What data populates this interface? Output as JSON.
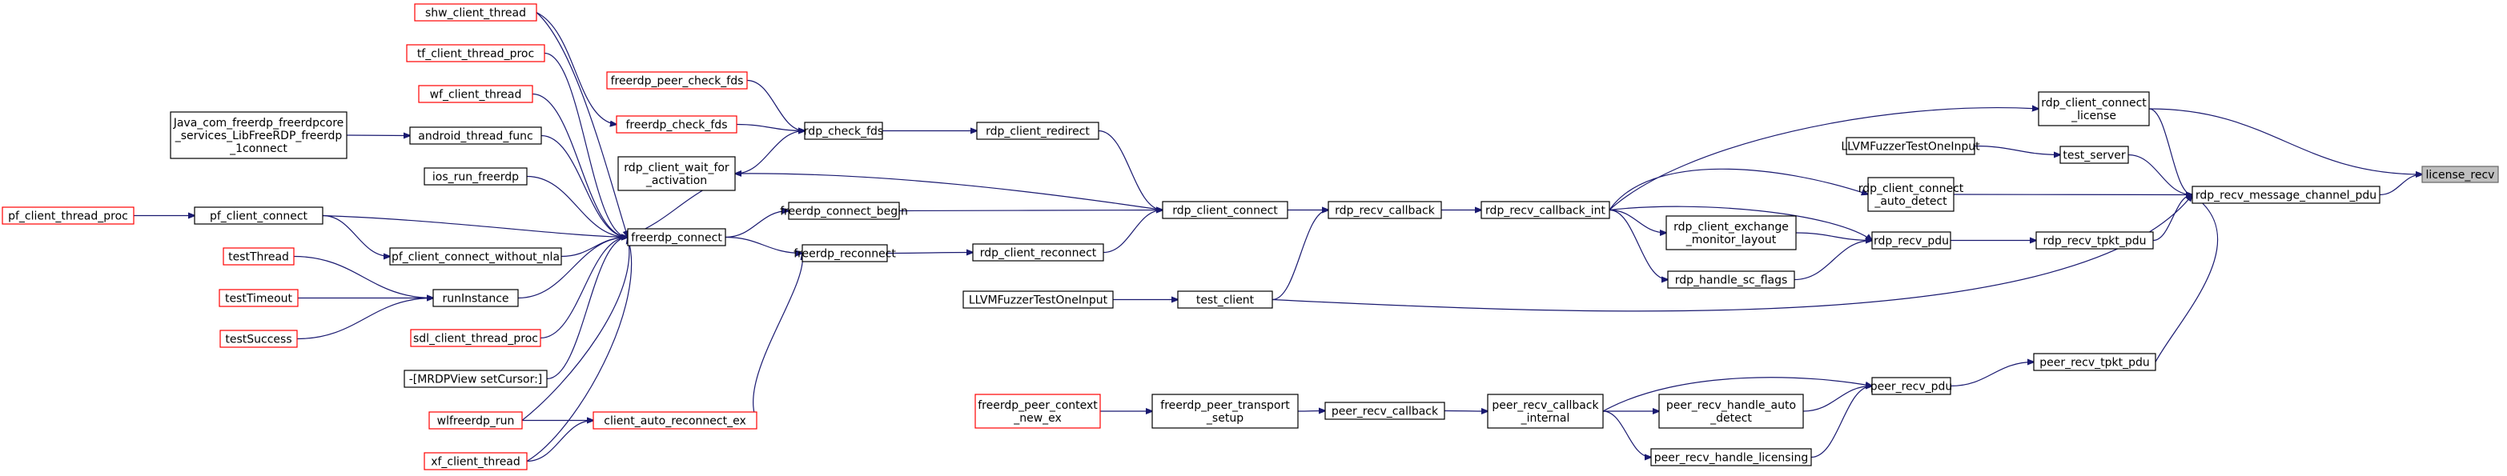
{
  "colors": {
    "edge": "#191970",
    "box_border": "#000000",
    "external_border": "#ff0000",
    "root_fill": "#bfbfbf"
  },
  "nodes": {
    "license_recv": {
      "lines": [
        "license_recv"
      ],
      "style": "root"
    },
    "rdp_recv_message_channel_pdu": {
      "lines": [
        "rdp_recv_message_channel_pdu"
      ]
    },
    "rdp_client_connect_license": {
      "lines": [
        "rdp_client_connect",
        "_license"
      ]
    },
    "test_server": {
      "lines": [
        "test_server"
      ]
    },
    "llvm_fuzzer_1": {
      "lines": [
        "LLVMFuzzerTestOneInput"
      ]
    },
    "rdp_client_connect_auto_detect": {
      "lines": [
        "rdp_client_connect",
        "_auto_detect"
      ]
    },
    "rdp_recv_tpkt_pdu": {
      "lines": [
        "rdp_recv_tpkt_pdu"
      ]
    },
    "rdp_recv_pdu": {
      "lines": [
        "rdp_recv_pdu"
      ]
    },
    "rdp_client_exchange_monitor_layout": {
      "lines": [
        "rdp_client_exchange",
        "_monitor_layout"
      ]
    },
    "rdp_handle_sc_flags": {
      "lines": [
        "rdp_handle_sc_flags"
      ]
    },
    "rdp_recv_callback_int": {
      "lines": [
        "rdp_recv_callback_int"
      ]
    },
    "rdp_recv_callback": {
      "lines": [
        "rdp_recv_callback"
      ]
    },
    "rdp_client_connect": {
      "lines": [
        "rdp_client_connect"
      ]
    },
    "rdp_client_redirect": {
      "lines": [
        "rdp_client_redirect"
      ]
    },
    "rdp_client_reconnect": {
      "lines": [
        "rdp_client_reconnect"
      ]
    },
    "rdp_check_fds": {
      "lines": [
        "rdp_check_fds"
      ]
    },
    "freerdp_peer_check_fds": {
      "lines": [
        "freerdp_peer_check_fds"
      ],
      "style": "red"
    },
    "freerdp_check_fds": {
      "lines": [
        "freerdp_check_fds"
      ],
      "style": "red"
    },
    "rdp_client_wait_for_activation": {
      "lines": [
        "rdp_client_wait_for",
        "_activation"
      ]
    },
    "freerdp_connect_begin": {
      "lines": [
        "freerdp_connect_begin"
      ]
    },
    "freerdp_reconnect": {
      "lines": [
        "freerdp_reconnect"
      ]
    },
    "freerdp_connect": {
      "lines": [
        "freerdp_connect"
      ]
    },
    "client_auto_reconnect_ex": {
      "lines": [
        "client_auto_reconnect_ex"
      ],
      "style": "red"
    },
    "shw_client_thread": {
      "lines": [
        "shw_client_thread"
      ],
      "style": "red"
    },
    "tf_client_thread_proc": {
      "lines": [
        "tf_client_thread_proc"
      ],
      "style": "red"
    },
    "wf_client_thread": {
      "lines": [
        "wf_client_thread"
      ],
      "style": "red"
    },
    "android_thread_func": {
      "lines": [
        "android_thread_func"
      ]
    },
    "java_connect": {
      "lines": [
        "Java_com_freerdp_freerdpcore",
        "_services_LibFreeRDP_freerdp",
        "_1connect"
      ]
    },
    "ios_run_freerdp": {
      "lines": [
        "ios_run_freerdp"
      ]
    },
    "pf_client_connect": {
      "lines": [
        "pf_client_connect"
      ]
    },
    "pf_client_thread_proc": {
      "lines": [
        "pf_client_thread_proc"
      ],
      "style": "red"
    },
    "pf_client_connect_without_nla": {
      "lines": [
        "pf_client_connect_without_nla"
      ]
    },
    "runInstance": {
      "lines": [
        "runInstance"
      ]
    },
    "testThread": {
      "lines": [
        "testThread"
      ],
      "style": "red"
    },
    "testTimeout": {
      "lines": [
        "testTimeout"
      ],
      "style": "red"
    },
    "testSuccess": {
      "lines": [
        "testSuccess"
      ],
      "style": "red"
    },
    "sdl_client_thread_proc": {
      "lines": [
        "sdl_client_thread_proc"
      ],
      "style": "red"
    },
    "mrdpview_setcursor": {
      "lines": [
        "-[MRDPView setCursor:]"
      ]
    },
    "wlfreerdp_run": {
      "lines": [
        "wlfreerdp_run"
      ],
      "style": "red"
    },
    "xf_client_thread": {
      "lines": [
        "xf_client_thread"
      ],
      "style": "red"
    },
    "test_client": {
      "lines": [
        "test_client"
      ]
    },
    "llvm_fuzzer_2": {
      "lines": [
        "LLVMFuzzerTestOneInput"
      ]
    },
    "peer_recv_tpkt_pdu": {
      "lines": [
        "peer_recv_tpkt_pdu"
      ]
    },
    "peer_recv_pdu": {
      "lines": [
        "peer_recv_pdu"
      ]
    },
    "peer_recv_handle_auto_detect": {
      "lines": [
        "peer_recv_handle_auto",
        "_detect"
      ]
    },
    "peer_recv_handle_licensing": {
      "lines": [
        "peer_recv_handle_licensing"
      ]
    },
    "peer_recv_callback_internal": {
      "lines": [
        "peer_recv_callback",
        "_internal"
      ]
    },
    "peer_recv_callback": {
      "lines": [
        "peer_recv_callback"
      ]
    },
    "freerdp_peer_transport_setup": {
      "lines": [
        "freerdp_peer_transport",
        "_setup"
      ]
    },
    "freerdp_peer_context_new_ex": {
      "lines": [
        "freerdp_peer_context",
        "_new_ex"
      ],
      "style": "red"
    }
  },
  "edges": [
    [
      "rdp_recv_message_channel_pdu",
      "license_recv"
    ],
    [
      "rdp_client_connect_license",
      "license_recv"
    ],
    [
      "rdp_recv_callback_int",
      "rdp_client_connect_license"
    ],
    [
      "test_server",
      "rdp_recv_message_channel_pdu"
    ],
    [
      "llvm_fuzzer_1",
      "test_server"
    ],
    [
      "rdp_client_connect_license",
      "rdp_recv_message_channel_pdu"
    ],
    [
      "rdp_client_connect_auto_detect",
      "rdp_recv_message_channel_pdu"
    ],
    [
      "rdp_recv_callback_int",
      "rdp_client_connect_auto_detect"
    ],
    [
      "rdp_recv_tpkt_pdu",
      "rdp_recv_message_channel_pdu"
    ],
    [
      "rdp_recv_pdu",
      "rdp_recv_tpkt_pdu"
    ],
    [
      "rdp_recv_callback_int",
      "rdp_recv_pdu"
    ],
    [
      "rdp_client_exchange_monitor_layout",
      "rdp_recv_pdu"
    ],
    [
      "rdp_handle_sc_flags",
      "rdp_recv_pdu"
    ],
    [
      "rdp_recv_callback_int",
      "rdp_client_exchange_monitor_layout"
    ],
    [
      "rdp_recv_callback_int",
      "rdp_handle_sc_flags"
    ],
    [
      "rdp_recv_callback",
      "rdp_recv_callback_int"
    ],
    [
      "rdp_client_connect",
      "rdp_recv_callback"
    ],
    [
      "test_client",
      "rdp_recv_callback"
    ],
    [
      "test_client",
      "rdp_recv_message_channel_pdu"
    ],
    [
      "llvm_fuzzer_2",
      "test_client"
    ],
    [
      "rdp_client_redirect",
      "rdp_client_connect"
    ],
    [
      "rdp_client_reconnect",
      "rdp_client_connect"
    ],
    [
      "freerdp_connect_begin",
      "rdp_client_connect"
    ],
    [
      "rdp_client_connect",
      "rdp_client_wait_for_activation"
    ],
    [
      "rdp_check_fds",
      "rdp_client_redirect"
    ],
    [
      "freerdp_reconnect",
      "rdp_client_reconnect"
    ],
    [
      "freerdp_peer_check_fds",
      "rdp_check_fds"
    ],
    [
      "freerdp_check_fds",
      "rdp_check_fds"
    ],
    [
      "rdp_client_wait_for_activation",
      "rdp_check_fds"
    ],
    [
      "shw_client_thread",
      "freerdp_check_fds"
    ],
    [
      "freerdp_connect",
      "freerdp_connect_begin"
    ],
    [
      "freerdp_connect",
      "freerdp_reconnect"
    ],
    [
      "client_auto_reconnect_ex",
      "freerdp_reconnect"
    ],
    [
      "wlfreerdp_run",
      "client_auto_reconnect_ex"
    ],
    [
      "xf_client_thread",
      "client_auto_reconnect_ex"
    ],
    [
      "freerdp_connect",
      "rdp_client_wait_for_activation"
    ],
    [
      "shw_client_thread",
      "freerdp_connect"
    ],
    [
      "tf_client_thread_proc",
      "freerdp_connect"
    ],
    [
      "wf_client_thread",
      "freerdp_connect"
    ],
    [
      "android_thread_func",
      "freerdp_connect"
    ],
    [
      "java_connect",
      "android_thread_func"
    ],
    [
      "ios_run_freerdp",
      "freerdp_connect"
    ],
    [
      "pf_client_connect",
      "freerdp_connect"
    ],
    [
      "pf_client_thread_proc",
      "pf_client_connect"
    ],
    [
      "pf_client_connect",
      "pf_client_connect_without_nla"
    ],
    [
      "pf_client_connect_without_nla",
      "freerdp_connect"
    ],
    [
      "runInstance",
      "freerdp_connect"
    ],
    [
      "testThread",
      "runInstance"
    ],
    [
      "testTimeout",
      "runInstance"
    ],
    [
      "testSuccess",
      "runInstance"
    ],
    [
      "sdl_client_thread_proc",
      "freerdp_connect"
    ],
    [
      "mrdpview_setcursor",
      "freerdp_connect"
    ],
    [
      "wlfreerdp_run",
      "freerdp_connect"
    ],
    [
      "xf_client_thread",
      "freerdp_connect"
    ],
    [
      "peer_recv_tpkt_pdu",
      "rdp_recv_message_channel_pdu"
    ],
    [
      "peer_recv_pdu",
      "peer_recv_tpkt_pdu"
    ],
    [
      "peer_recv_callback_internal",
      "peer_recv_pdu"
    ],
    [
      "peer_recv_handle_auto_detect",
      "peer_recv_pdu"
    ],
    [
      "peer_recv_handle_licensing",
      "peer_recv_pdu"
    ],
    [
      "peer_recv_callback_internal",
      "peer_recv_handle_auto_detect"
    ],
    [
      "peer_recv_callback_internal",
      "peer_recv_handle_licensing"
    ],
    [
      "peer_recv_callback",
      "peer_recv_callback_internal"
    ],
    [
      "freerdp_peer_transport_setup",
      "peer_recv_callback"
    ],
    [
      "freerdp_peer_context_new_ex",
      "freerdp_peer_transport_setup"
    ]
  ]
}
